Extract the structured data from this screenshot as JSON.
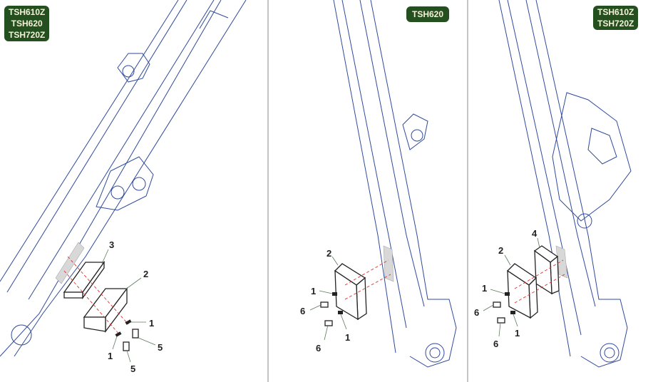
{
  "panels": [
    {
      "badge": [
        "TSH610Z",
        "TSH620",
        "TSH720Z"
      ],
      "callouts": [
        "3",
        "2",
        "1",
        "5",
        "1",
        "5"
      ]
    },
    {
      "badge": [
        "TSH620"
      ],
      "callouts": [
        "2",
        "1",
        "6",
        "6",
        "1"
      ]
    },
    {
      "badge": [
        "TSH610Z",
        "TSH720Z"
      ],
      "callouts": [
        "4",
        "2",
        "1",
        "6",
        "1",
        "6"
      ]
    }
  ],
  "colors": {
    "badge": "#24501f",
    "boom": "#2f4a9c",
    "axis": "#e03030"
  }
}
